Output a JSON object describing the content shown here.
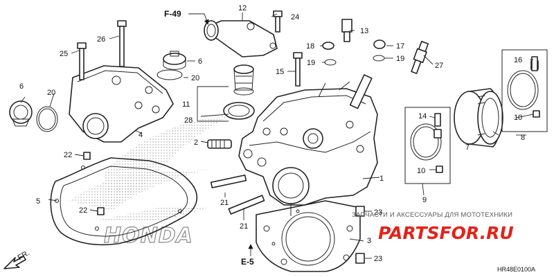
{
  "references": {
    "f49": "F-49",
    "e5": "E-5",
    "front": "FR."
  },
  "callouts": [
    "1",
    "2",
    "3",
    "4",
    "5",
    "6",
    "6",
    "7",
    "8",
    "9",
    "10",
    "10",
    "11",
    "12",
    "13",
    "14",
    "15",
    "16",
    "17",
    "18",
    "19",
    "19",
    "20",
    "20",
    "21",
    "21",
    "22",
    "22",
    "23",
    "23",
    "24",
    "25",
    "26",
    "27",
    "28"
  ],
  "diagram_code": "HR48E0100A",
  "brand_mark": "HONDA",
  "watermark": {
    "text": "ЗАПЧАСТИ И АКСЕССУАРЫ ДЛЯ МОТОТЕХНИКИ",
    "logo": "PARTSFOR.RU",
    "logo_color": "#e2231a"
  }
}
